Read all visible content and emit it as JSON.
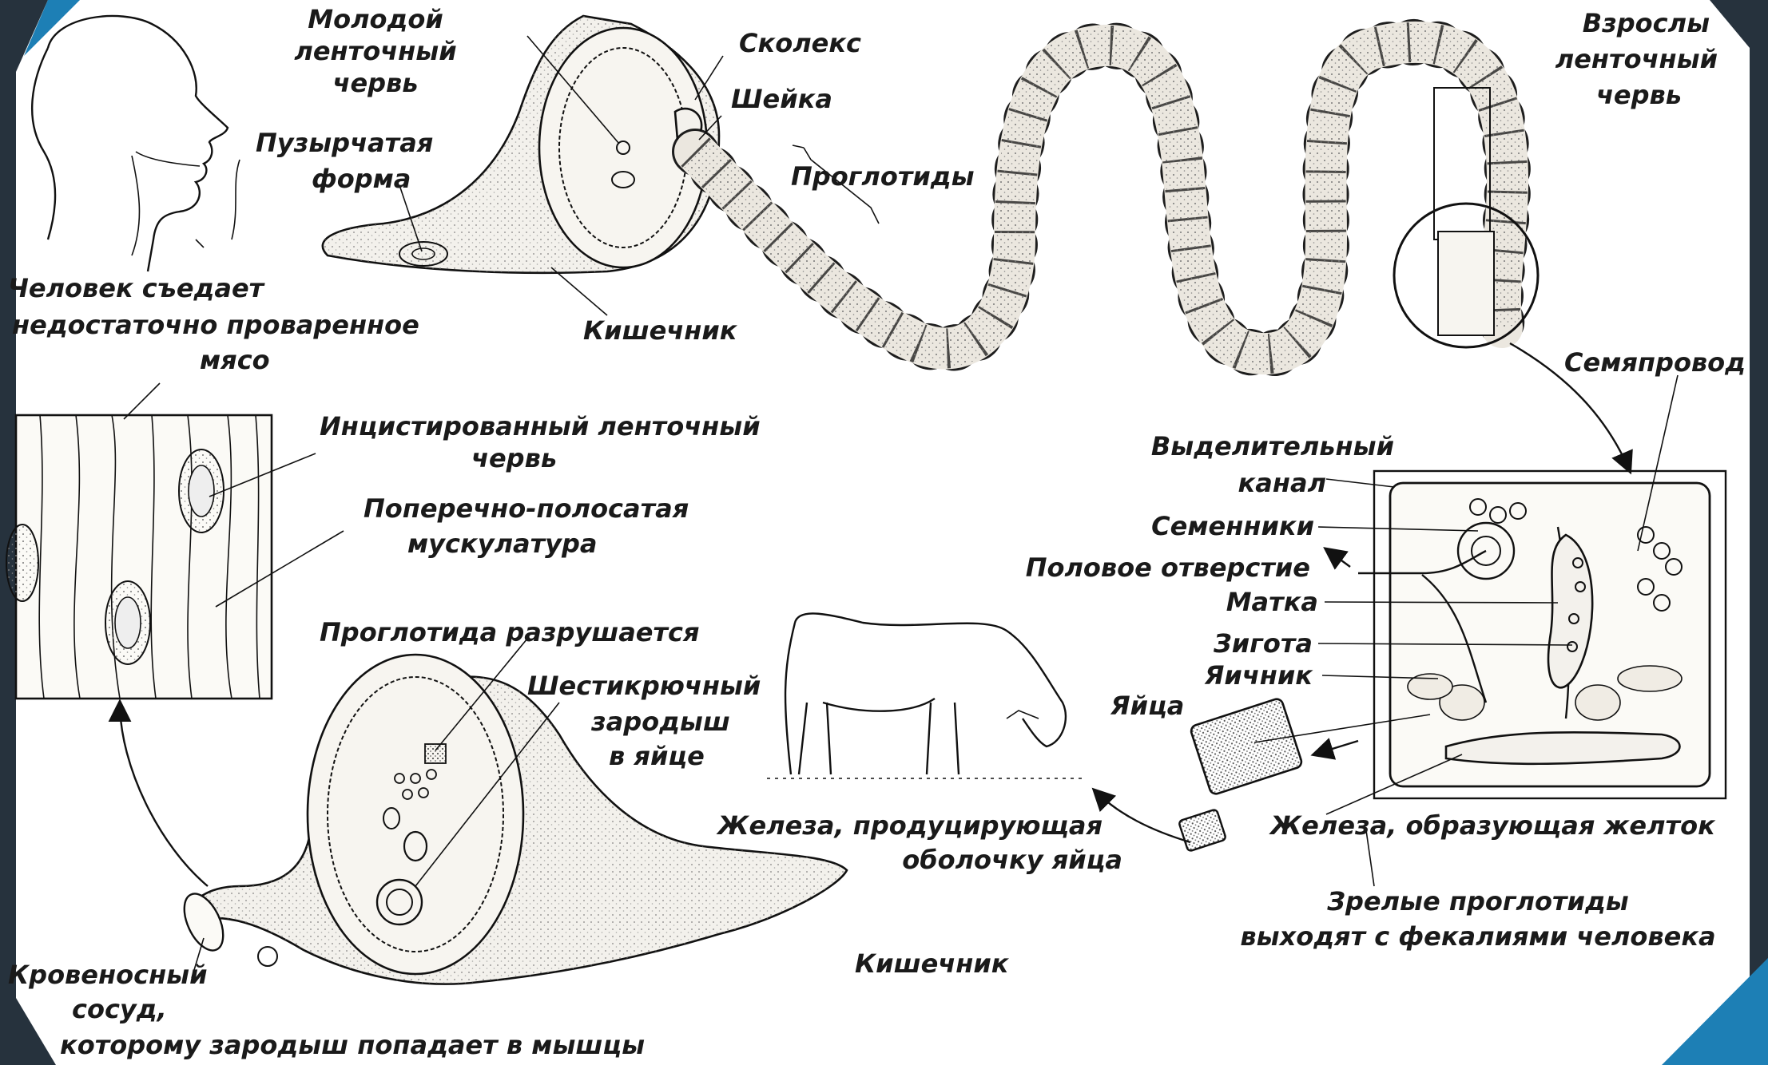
{
  "colors": {
    "frame": "#26323d",
    "frame_accent": "#1d7fb5",
    "ink": "#111111",
    "paper": "#ffffff",
    "stipple": "#777777"
  },
  "labels": {
    "young_worm": [
      "Молодой",
      "ленточный",
      "червь"
    ],
    "scolex": "Сколекс",
    "neck": "Шейка",
    "proglottids": "Проглотиды",
    "adult_worm": [
      "Взрослы",
      "ленточный",
      "червь"
    ],
    "bladder_form": [
      "Пузырчатая",
      "форма"
    ],
    "human_eats": [
      "Человек съедает",
      "недостаточно проваренное",
      "мясо"
    ],
    "intestine_top": "Кишечник",
    "encysted_worm": [
      "Инцистированный ленточный",
      "червь"
    ],
    "striated_muscle": [
      "Поперечно-полосатая",
      "мускулатура"
    ],
    "proglottid_breaks": "Проглотида разрушается",
    "hexacanth": [
      "Шестикрючный",
      "зародыш",
      "в яйце"
    ],
    "blood_vessel": [
      "Кровеносный",
      "сосуд,",
      "которому зародыш попадает в мышцы"
    ],
    "intestine_bottom": "Кишечник",
    "sperm_duct": "Семяпровод",
    "excretory_canal": [
      "Выделительный",
      "канал"
    ],
    "testes": "Семенники",
    "genital_pore": "Половое отверстие",
    "uterus": "Матка",
    "zygote": "Зигота",
    "ovary": "Яичник",
    "eggs": "Яйца",
    "shell_gland": [
      "Железа, продуцирующая",
      "оболочку яйца"
    ],
    "yolk_gland": "Железа, образующая желток",
    "mature_proglottids": [
      "Зрелые проглотиды",
      "выходят с фекалиями человека"
    ]
  }
}
